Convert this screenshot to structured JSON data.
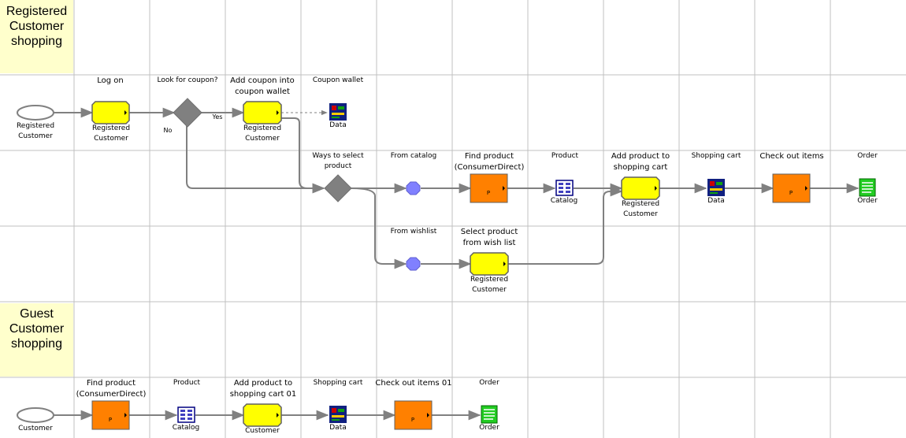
{
  "diagram": {
    "lanes": [
      {
        "title": "Registered Customer shopping"
      },
      {
        "title": "Guest Customer shopping"
      }
    ],
    "headers": {
      "log_on": "Log on",
      "look_coupon": "Look for coupon?",
      "add_coupon": "Add coupon into coupon wallet",
      "coupon_wallet": "Coupon wallet",
      "ways_select": "Ways to select product",
      "from_catalog": "From catalog",
      "find_product_1": "Find product (ConsumerDirect)",
      "product_1": "Product",
      "add_to_cart_1": "Add product to shopping cart",
      "shopping_cart_1": "Shopping cart",
      "checkout_1": "Check out items",
      "order_1": "Order",
      "from_wishlist": "From wishlist",
      "select_wishlist": "Select product from wish list",
      "find_product_2": "Find product (ConsumerDirect)",
      "product_2": "Product",
      "add_to_cart_2": "Add product to shopping cart 01",
      "shopping_cart_2": "Shopping cart",
      "checkout_2": "Check out items 01",
      "order_2": "Order"
    },
    "captions": {
      "start_1": "Registered Customer",
      "logon_role": "Registered Customer",
      "coupon_role": "Registered Customer",
      "coupon_data": "Data",
      "catalog_1": "Catalog",
      "cart_role_1": "Registered Customer",
      "cart_data_1": "Data",
      "order_doc_1": "Order",
      "wishlist_role": "Registered Customer",
      "start_2": "Customer",
      "catalog_2": "Catalog",
      "cart_role_2": "Customer",
      "cart_data_2": "Data",
      "order_doc_2": "Order"
    },
    "branches": {
      "yes": "Yes",
      "no": "No"
    },
    "process_marker": "P",
    "colors": {
      "role_task": "#ffff00",
      "system_task": "#ff8000",
      "decision": "#808080",
      "connector": "#8080ff",
      "note": "#ffffcc",
      "grid": "#c0c0c0",
      "edge": "#808080"
    }
  }
}
